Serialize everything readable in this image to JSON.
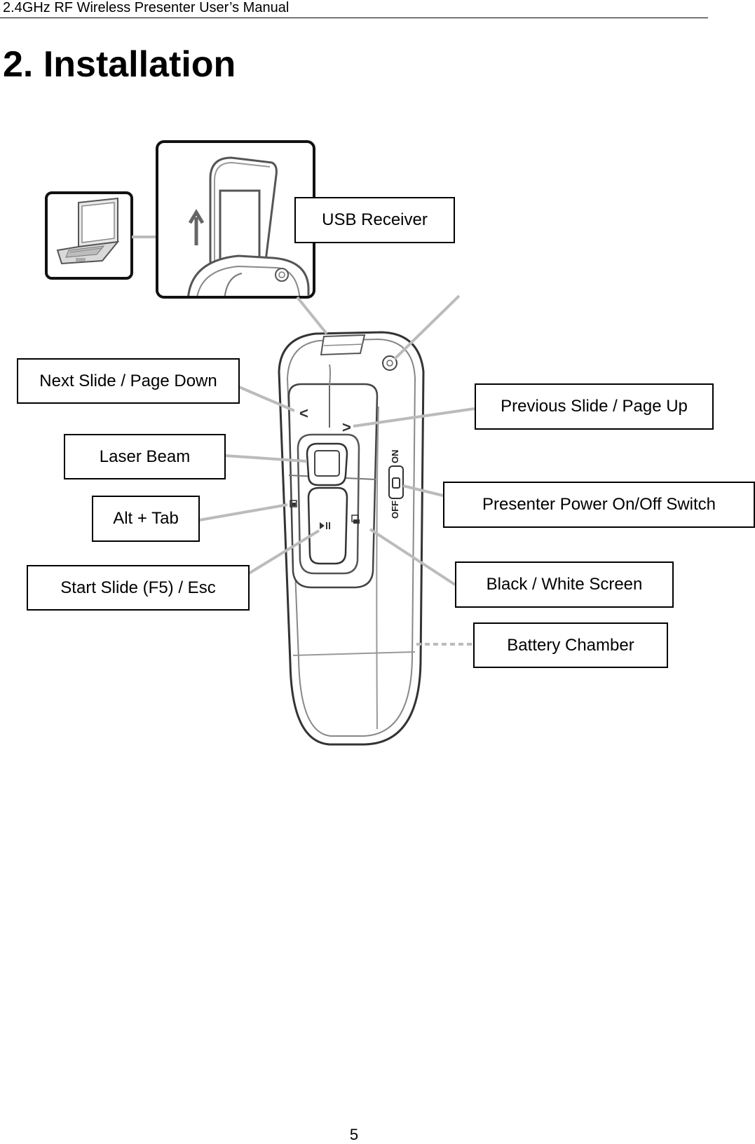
{
  "header": {
    "running_title": "2.4GHz RF Wireless Presenter User’s Manual"
  },
  "section": {
    "title": "2. Installation"
  },
  "diagram": {
    "callouts": {
      "usb_receiver": "USB Receiver",
      "next_slide": "Next Slide / Page Down",
      "previous_slide": "Previous Slide / Page Up",
      "laser_beam": "Laser Beam",
      "power_switch": "Presenter Power On/Off Switch",
      "alt_tab": "Alt + Tab",
      "start_slide": "Start Slide (F5) / Esc",
      "black_white_screen": "Black / White Screen",
      "battery_chamber": "Battery Chamber"
    },
    "device_markings": {
      "switch_on": "ON",
      "switch_off": "OFF",
      "left_arrow": "<",
      "right_arrow": ">"
    },
    "icons": [
      "laptop-icon",
      "usb-receiver-illustration",
      "presenter-device-illustration"
    ]
  },
  "footer": {
    "page_number": "5"
  }
}
